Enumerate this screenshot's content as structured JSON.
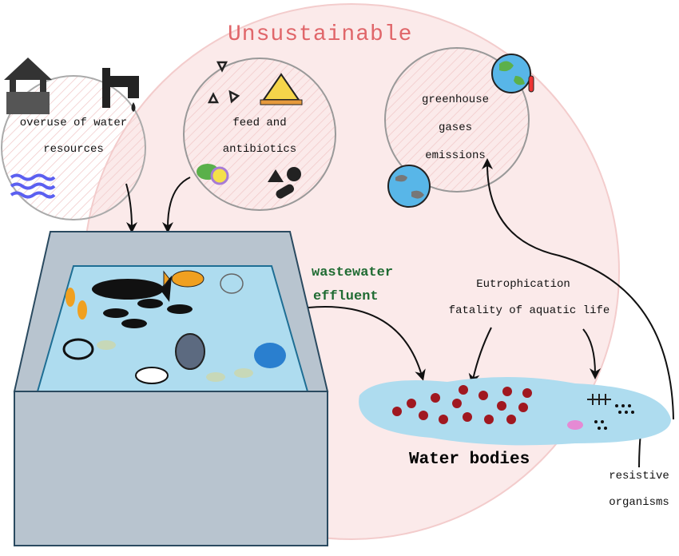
{
  "title": "Unsustainable",
  "inputs": [
    {
      "label_lines": [
        "overuse of water",
        "resources"
      ],
      "icons": [
        "well-icon",
        "tap-icon",
        "water-waves-icon"
      ]
    },
    {
      "label_lines": [
        "feed and",
        "antibiotics"
      ],
      "icons": [
        "feed-pellets-icon",
        "feed-pile-icon",
        "vitamins-icon",
        "pills-icon"
      ]
    }
  ],
  "emissions": {
    "label_lines": [
      "greenhouse",
      "gases",
      "emissions"
    ],
    "icons": [
      "melting-earth-icon",
      "polluted-earth-icon"
    ]
  },
  "effluent": {
    "label_lines": [
      "wastewater",
      "effluent"
    ]
  },
  "impacts": [
    "Eutrophication",
    "fatality of aquatic life"
  ],
  "water_bodies": "Water bodies",
  "resistive": {
    "label_lines": [
      "resistive",
      "organisms"
    ]
  },
  "colors": {
    "title": "#e06666",
    "effluent": "#1f6b32",
    "water": "#aedcef",
    "tank": "#b8c4cf",
    "algae": "#a01820",
    "circle_bg": "#fbeaea"
  }
}
